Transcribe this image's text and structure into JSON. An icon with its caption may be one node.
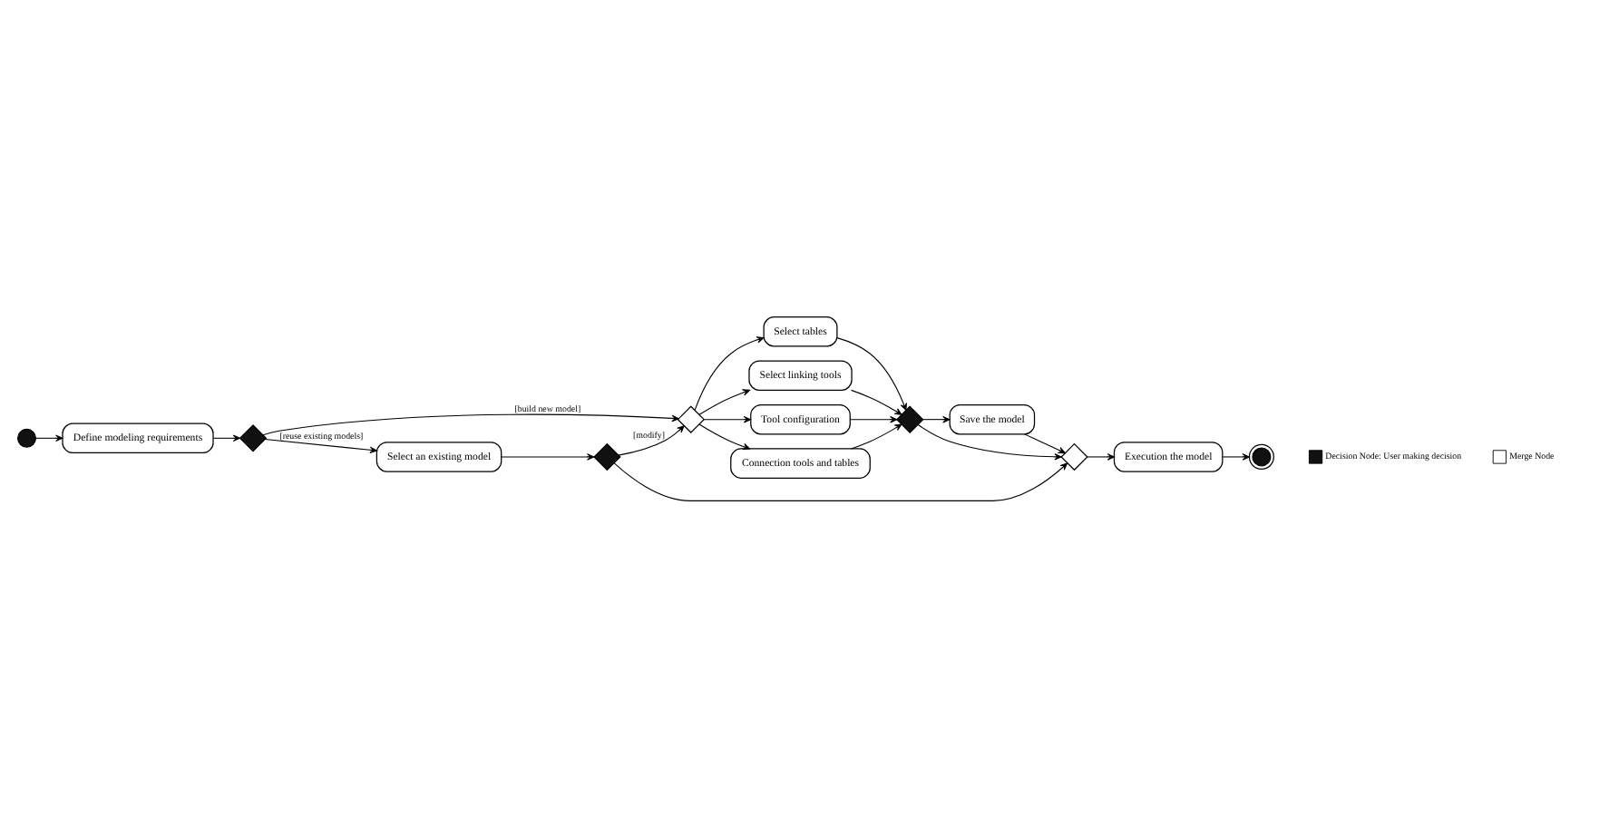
{
  "diagram": {
    "nodes": [
      {
        "text": [],
        "shape": "circle"
      },
      {
        "text": [
          "Define modeling requirements"
        ]
      },
      {
        "text": [],
        "shape": "diamond"
      },
      {
        "text": [],
        "shape": "diamond"
      },
      {
        "text": [
          "Select tables"
        ]
      },
      {
        "text": [
          "Select linking tools"
        ]
      },
      {
        "text": [
          "Tool configuration"
        ]
      },
      {
        "text": [
          "Connection tools and tables"
        ]
      },
      {
        "text": [
          "Save the model"
        ]
      },
      {
        "text": [],
        "shape": "diamond"
      },
      {
        "text": [],
        "shape": "diamond"
      },
      {
        "text": [
          "Execution the model"
        ]
      },
      {
        "text": [],
        "shape": "circle"
      },
      {
        "text": [
          "Select an existing model"
        ]
      },
      {
        "text": [],
        "shape": "diamond"
      }
    ],
    "edges": [
      {
        "from": 0,
        "to": 1,
        "arrow": "to"
      },
      {
        "from": 1,
        "to": 2,
        "arrow": "to"
      },
      {
        "from": 2,
        "to": 3,
        "arrow": "to",
        "label": "[build new model]"
      },
      {
        "from": 2,
        "to": 13,
        "arrow": "to",
        "label": "[reuse existing models]"
      },
      {
        "from": 13,
        "to": 14,
        "arrow": "to"
      },
      {
        "from": 14,
        "to": 3,
        "arrow": "to",
        "label": "[modify]"
      },
      {
        "from": 14,
        "to": 10,
        "arrow": "to"
      },
      {
        "from": 3,
        "to": 4,
        "arrow": "to"
      },
      {
        "from": 3,
        "to": 5,
        "arrow": "to"
      },
      {
        "from": 3,
        "to": 6,
        "arrow": "to"
      },
      {
        "from": 3,
        "to": 7,
        "arrow": "to"
      },
      {
        "from": 4,
        "to": 9,
        "arrow": "to"
      },
      {
        "from": 5,
        "to": 9,
        "arrow": "to"
      },
      {
        "from": 6,
        "to": 9,
        "arrow": "to"
      },
      {
        "from": 7,
        "to": 9,
        "arrow": "to"
      },
      {
        "from": 9,
        "to": 8,
        "arrow": "to"
      },
      {
        "from": 8,
        "to": 10,
        "arrow": "to"
      },
      {
        "from": 9,
        "to": 10,
        "arrow": "to"
      },
      {
        "from": 10,
        "to": 11,
        "arrow": "to"
      },
      {
        "from": 11,
        "to": 12,
        "arrow": "to"
      }
    ],
    "legend": [
      {
        "text": "Decision Node: User making decision",
        "color": "#111111"
      },
      {
        "text": "Merge Node",
        "color": "#ffffff"
      }
    ]
  }
}
